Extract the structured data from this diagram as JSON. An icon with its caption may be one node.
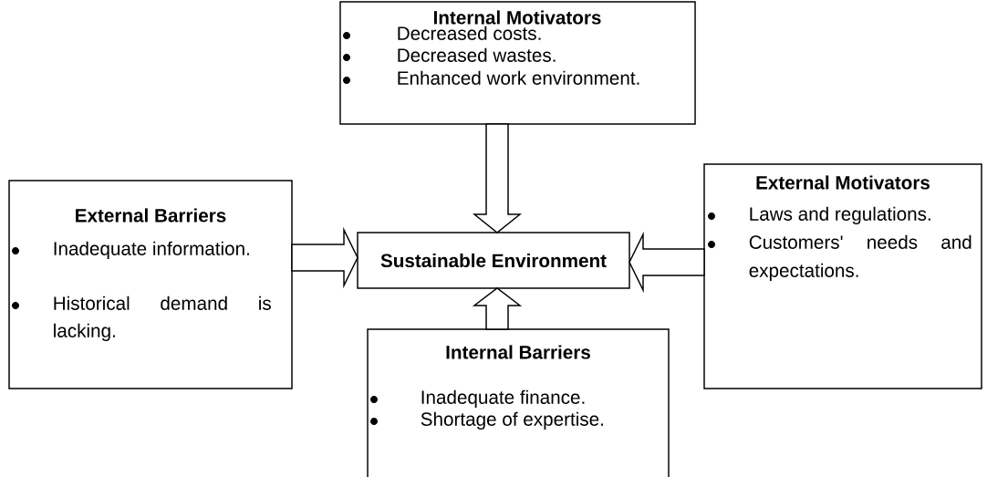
{
  "diagram": {
    "nodes": [
      {
        "text": [
          "Internal Motivators",
          "Decreased costs.",
          "Decreased wastes.",
          "Enhanced work environment."
        ]
      },
      {
        "text": [
          "External Barriers",
          "Inadequate information.",
          "Historical demand is lacking."
        ]
      },
      {
        "text": [
          "Sustainable Environment"
        ]
      },
      {
        "text": [
          "External Motivators",
          "Laws and regulations.",
          "Customers' needs and expectations."
        ]
      },
      {
        "text": [
          "Internal Barriers",
          "Inadequate finance.",
          "Shortage of expertise."
        ]
      }
    ],
    "edges": [
      {
        "from": 0,
        "to": 2,
        "arrow": "to"
      },
      {
        "from": 1,
        "to": 2,
        "arrow": "to"
      },
      {
        "from": 3,
        "to": 2,
        "arrow": "to"
      },
      {
        "from": 4,
        "to": 2,
        "arrow": "to"
      }
    ]
  }
}
